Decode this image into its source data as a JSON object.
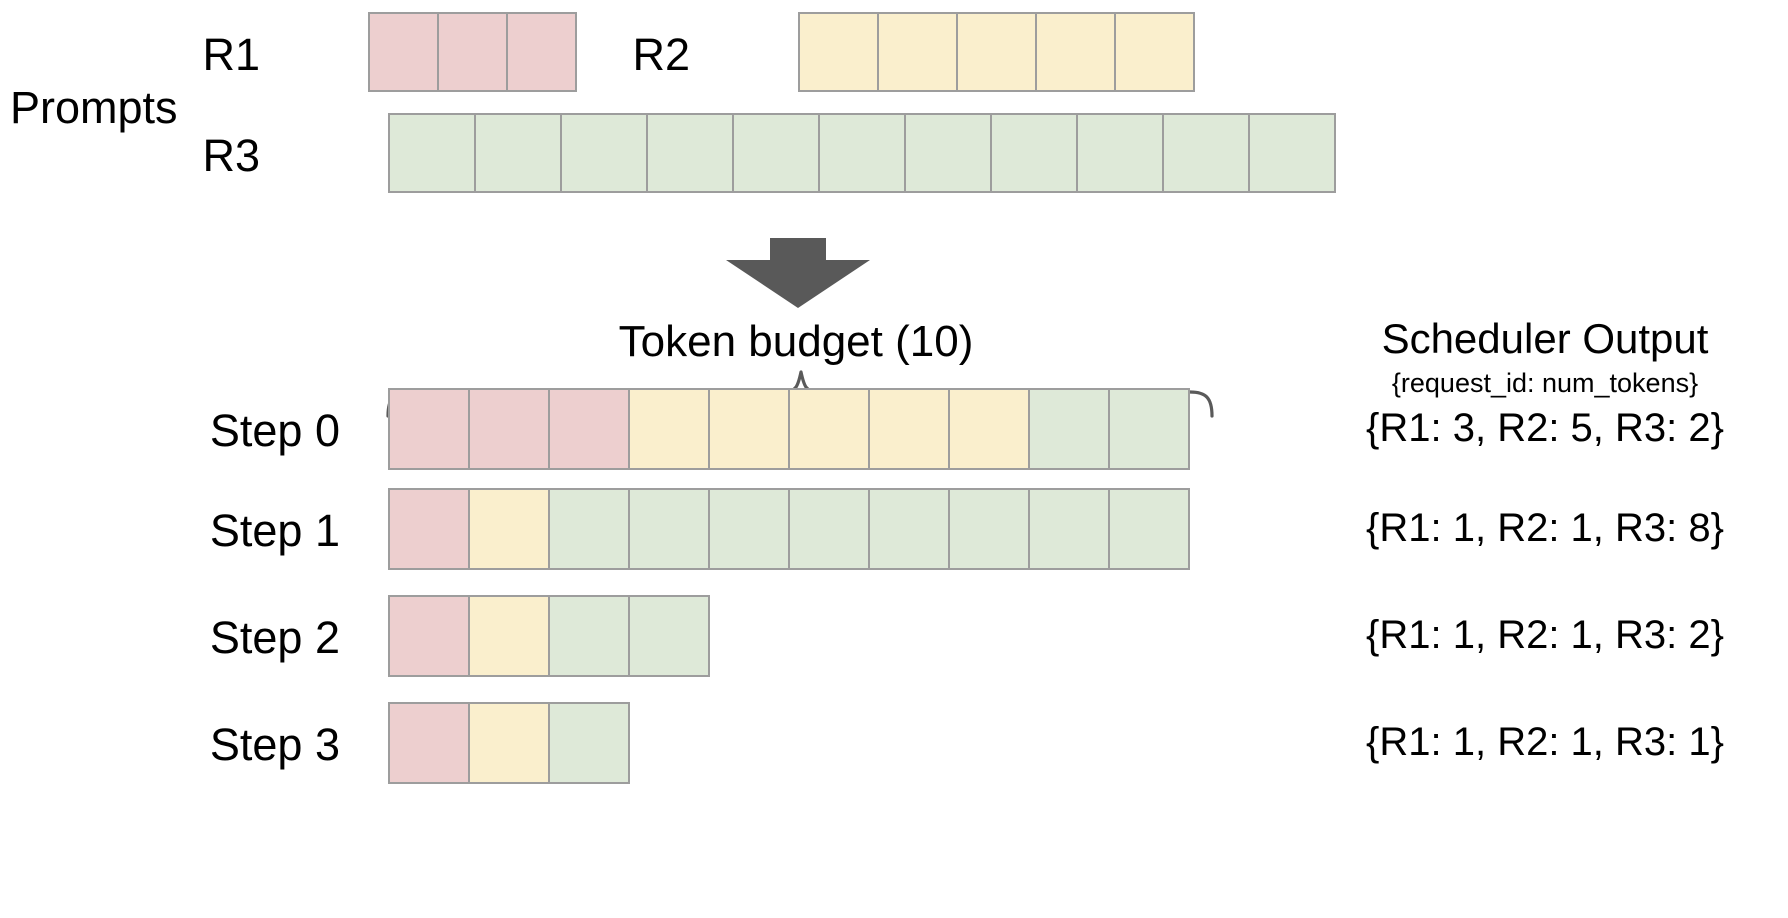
{
  "title": "vLLM continuous batching token budget scheduling diagram",
  "colors": {
    "request_r1": "#EDCFCF",
    "request_r2": "#FAEFCD",
    "request_r3": "#DEE9D8",
    "cell_border": "#9D9D9D",
    "arrow": "#595959",
    "brace": "#5A5A5A",
    "text": "#000000",
    "background": "#FFFFFF"
  },
  "prompts_section": {
    "group_label": "Prompts",
    "requests": [
      {
        "id": "R1",
        "label": "R1",
        "num_tokens": 3,
        "color_key": "request_r1"
      },
      {
        "id": "R2",
        "label": "R2",
        "num_tokens": 5,
        "color_key": "request_r2"
      },
      {
        "id": "R3",
        "label": "R3",
        "num_tokens": 11,
        "color_key": "request_r3"
      }
    ]
  },
  "flow": {
    "arrow_icon": "down-arrow-icon"
  },
  "budget": {
    "label": "Token  budget (10)",
    "value": 10,
    "brace_icon": "curly-brace-icon"
  },
  "scheduler_output": {
    "title": "Scheduler Output",
    "subtitle": "{request_id: num_tokens}"
  },
  "steps": [
    {
      "label": "Step 0",
      "output": "{R1: 3, R2: 5, R3: 2}",
      "segments": [
        {
          "request": "R1",
          "count": 3,
          "color_key": "request_r1"
        },
        {
          "request": "R2",
          "count": 5,
          "color_key": "request_r2"
        },
        {
          "request": "R3",
          "count": 2,
          "color_key": "request_r3"
        }
      ],
      "total_tokens": 10
    },
    {
      "label": "Step 1",
      "output": "{R1: 1, R2: 1, R3: 8}",
      "segments": [
        {
          "request": "R1",
          "count": 1,
          "color_key": "request_r1"
        },
        {
          "request": "R2",
          "count": 1,
          "color_key": "request_r2"
        },
        {
          "request": "R3",
          "count": 8,
          "color_key": "request_r3"
        }
      ],
      "total_tokens": 10
    },
    {
      "label": "Step 2",
      "output": "{R1: 1, R2: 1, R3: 2}",
      "segments": [
        {
          "request": "R1",
          "count": 1,
          "color_key": "request_r1"
        },
        {
          "request": "R2",
          "count": 1,
          "color_key": "request_r2"
        },
        {
          "request": "R3",
          "count": 2,
          "color_key": "request_r3"
        }
      ],
      "total_tokens": 4
    },
    {
      "label": "Step 3",
      "output": "{R1: 1, R2: 1, R3: 1}",
      "segments": [
        {
          "request": "R1",
          "count": 1,
          "color_key": "request_r1"
        },
        {
          "request": "R2",
          "count": 1,
          "color_key": "request_r2"
        },
        {
          "request": "R3",
          "count": 1,
          "color_key": "request_r3"
        }
      ],
      "total_tokens": 3
    }
  ]
}
